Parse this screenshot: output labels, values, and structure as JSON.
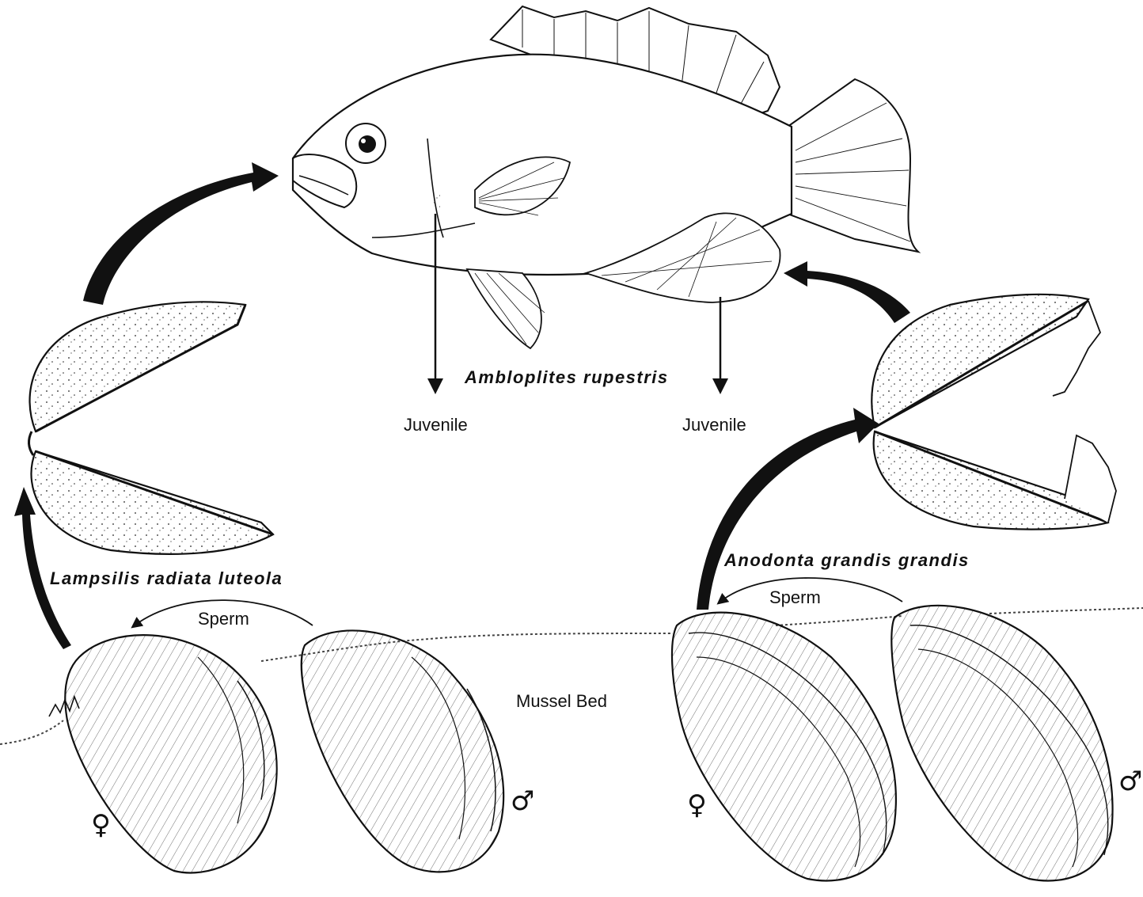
{
  "labels": {
    "fish_species": "Ambloplites rupestris",
    "juvenile_left": "Juvenile",
    "juvenile_right": "Juvenile",
    "mussel_left_species": "Lampsilis radiata luteola",
    "mussel_right_species": "Anodonta grandis grandis",
    "sperm_left": "Sperm",
    "sperm_right": "Sperm",
    "mussel_bed": "Mussel Bed"
  },
  "symbols": {
    "female_left": "♀",
    "male_left": "♂",
    "female_right": "♀",
    "male_right": "♂"
  },
  "colors": {
    "ink": "#111111",
    "background": "#ffffff"
  }
}
